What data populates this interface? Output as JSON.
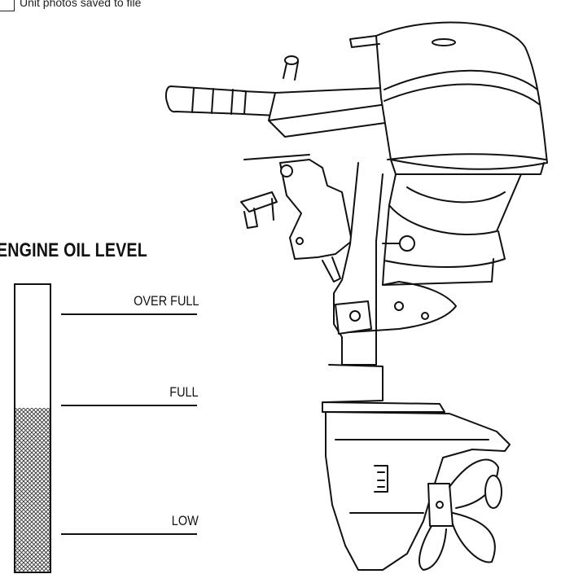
{
  "checkbox": {
    "label": "Unit photos saved to file",
    "checked": false
  },
  "oil_level": {
    "title": "ENGINE OIL LEVEL",
    "marks": [
      {
        "id": "over-full",
        "label": "OVER FULL"
      },
      {
        "id": "full",
        "label": "FULL"
      },
      {
        "id": "low",
        "label": "LOW"
      }
    ],
    "current_fill_fraction": 0.57
  },
  "illustration": {
    "subject": "outboard-motor"
  },
  "colors": {
    "line": "#111111",
    "background": "#ffffff",
    "hatch": "#333333"
  }
}
